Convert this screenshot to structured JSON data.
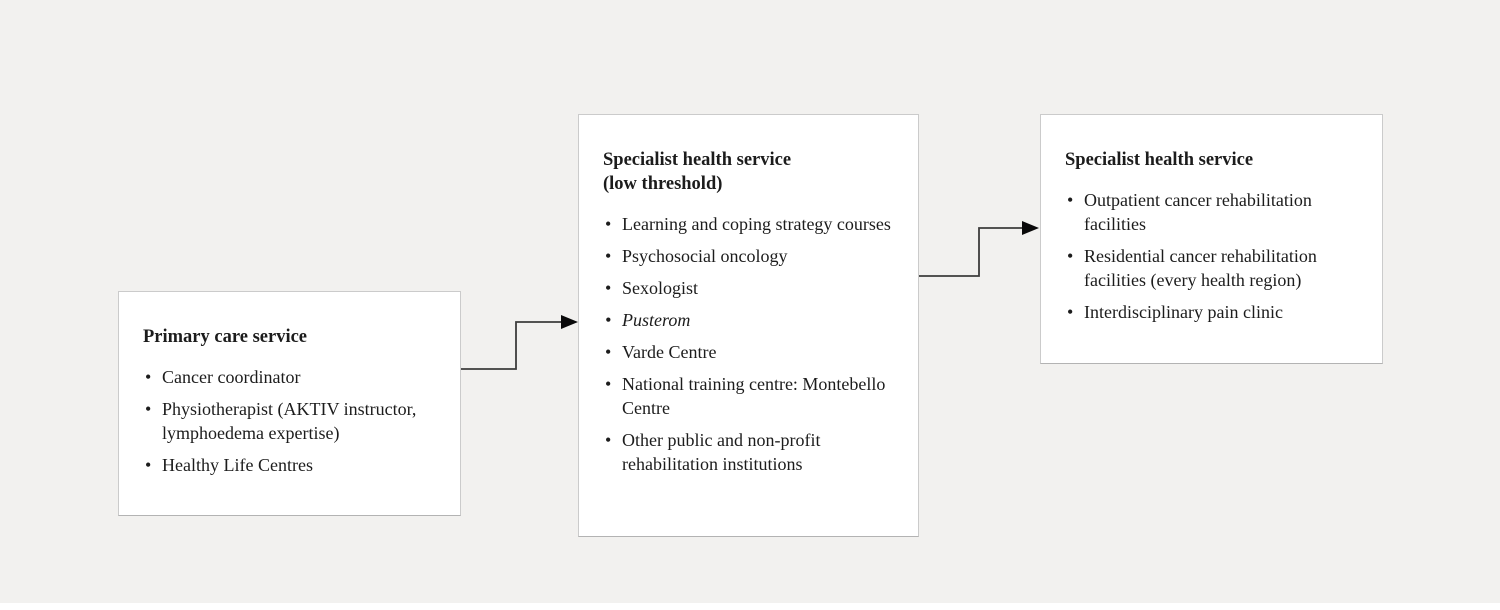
{
  "colors": {
    "background": "#f2f1ef",
    "box_fill": "#ffffff",
    "box_border": "#cbcbcb",
    "text": "#1c1c1c",
    "connector_line": "#3d3d3d",
    "arrowhead": "#0a0a0a"
  },
  "boxes": {
    "primary_care": {
      "title": "Primary care service",
      "items": [
        "Cancer coordinator",
        "Physiotherapist (AKTIV instructor, lymphoedema expertise)",
        "Healthy Life Centres"
      ]
    },
    "specialist_low_threshold": {
      "title_line1": "Specialist health service",
      "title_line2": "(low threshold)",
      "items": [
        "Learning and coping strategy courses",
        "Psychosocial oncology",
        "Sexologist",
        "Pusterom",
        "Varde Centre",
        "National training centre: Montebello Centre",
        "Other public and non-profit rehabilitation institutions"
      ],
      "italic_item": "Pusterom"
    },
    "specialist": {
      "title": "Specialist health service",
      "items": [
        "Outpatient cancer rehabilitation facilities",
        "Residential cancer rehabilitation facilities (every health region)",
        "Interdisciplinary pain clinic"
      ]
    }
  }
}
